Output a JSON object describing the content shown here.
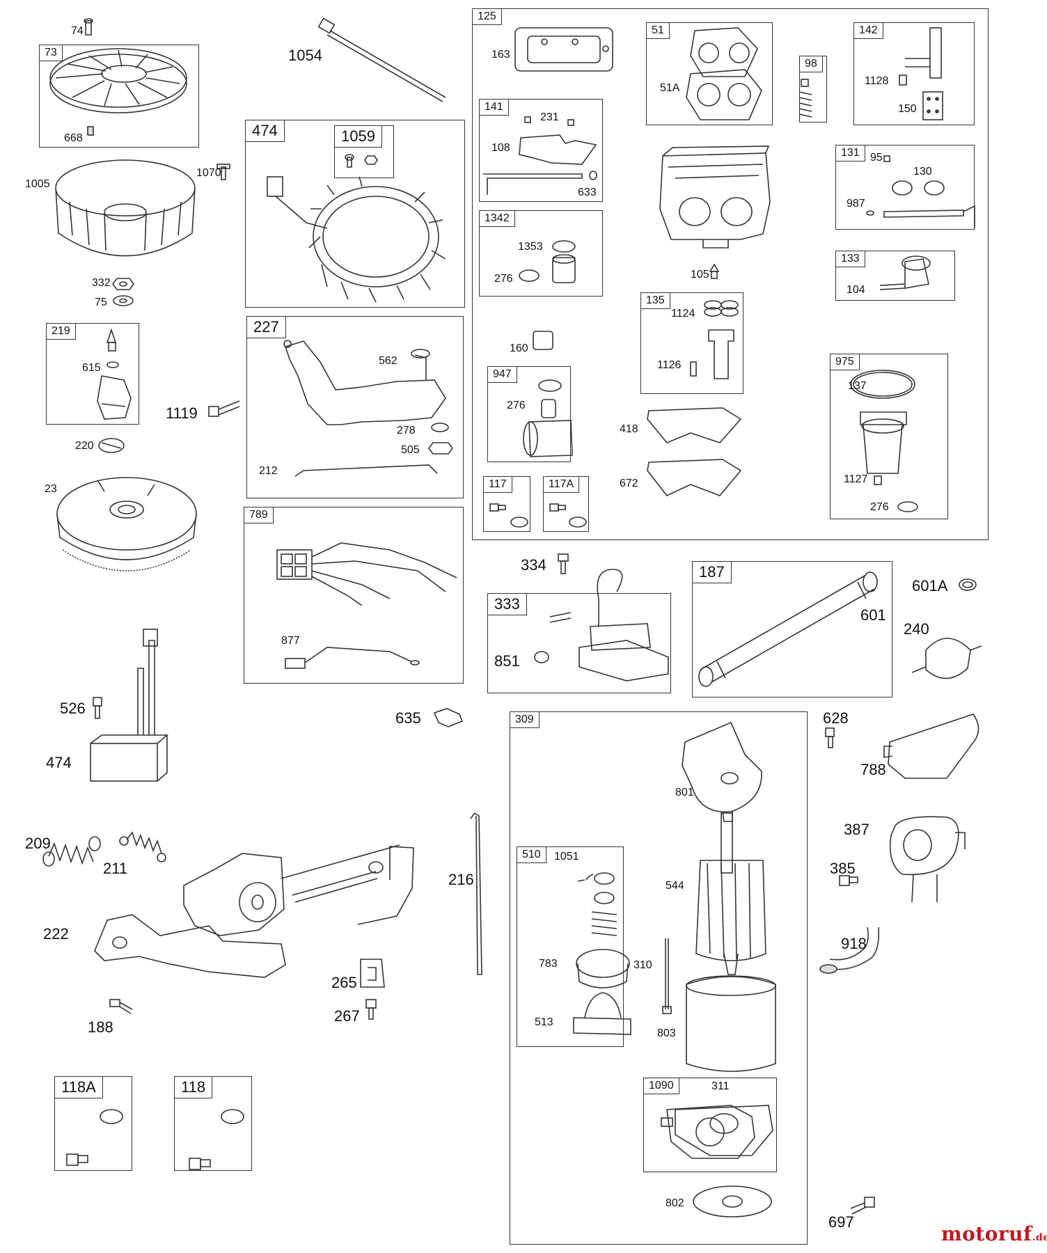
{
  "boxes": [
    {
      "id": "73",
      "label": "73"
    },
    {
      "id": "474",
      "label": "474"
    },
    {
      "id": "1059",
      "label": "1059"
    },
    {
      "id": "125",
      "label": "125"
    },
    {
      "id": "51",
      "label": "51"
    },
    {
      "id": "98",
      "label": "98"
    },
    {
      "id": "142",
      "label": "142"
    },
    {
      "id": "141",
      "label": "141"
    },
    {
      "id": "131",
      "label": "131"
    },
    {
      "id": "1342",
      "label": "1342"
    },
    {
      "id": "133",
      "label": "133"
    },
    {
      "id": "219",
      "label": "219"
    },
    {
      "id": "227",
      "label": "227"
    },
    {
      "id": "135",
      "label": "135"
    },
    {
      "id": "947",
      "label": "947"
    },
    {
      "id": "975",
      "label": "975"
    },
    {
      "id": "117",
      "label": "117"
    },
    {
      "id": "117A",
      "label": "117A"
    },
    {
      "id": "789",
      "label": "789"
    },
    {
      "id": "187",
      "label": "187"
    },
    {
      "id": "333",
      "label": "333"
    },
    {
      "id": "309",
      "label": "309"
    },
    {
      "id": "510",
      "label": "510"
    },
    {
      "id": "1090",
      "label": "1090"
    },
    {
      "id": "118A",
      "label": "118A"
    },
    {
      "id": "118",
      "label": "118"
    }
  ],
  "callouts": [
    "74",
    "668",
    "1054",
    "1005",
    "1070",
    "332",
    "75",
    "615",
    "220",
    "23",
    "1119",
    "562",
    "278",
    "505",
    "212",
    "877",
    "526",
    "474",
    "163",
    "51A",
    "1128",
    "150",
    "231",
    "108",
    "633",
    "95",
    "130",
    "987",
    "1353",
    "276",
    "105",
    "104",
    "1124",
    "1126",
    "160",
    "276",
    "418",
    "672",
    "137",
    "1127",
    "276",
    "334",
    "601A",
    "601",
    "240",
    "851",
    "635",
    "628",
    "788",
    "801",
    "387",
    "385",
    "1051",
    "544",
    "918",
    "209",
    "211",
    "222",
    "216",
    "265",
    "267",
    "188",
    "783",
    "310",
    "513",
    "803",
    "311",
    "802",
    "697"
  ],
  "watermark": {
    "name": "motoruf",
    "tld": ".de"
  }
}
